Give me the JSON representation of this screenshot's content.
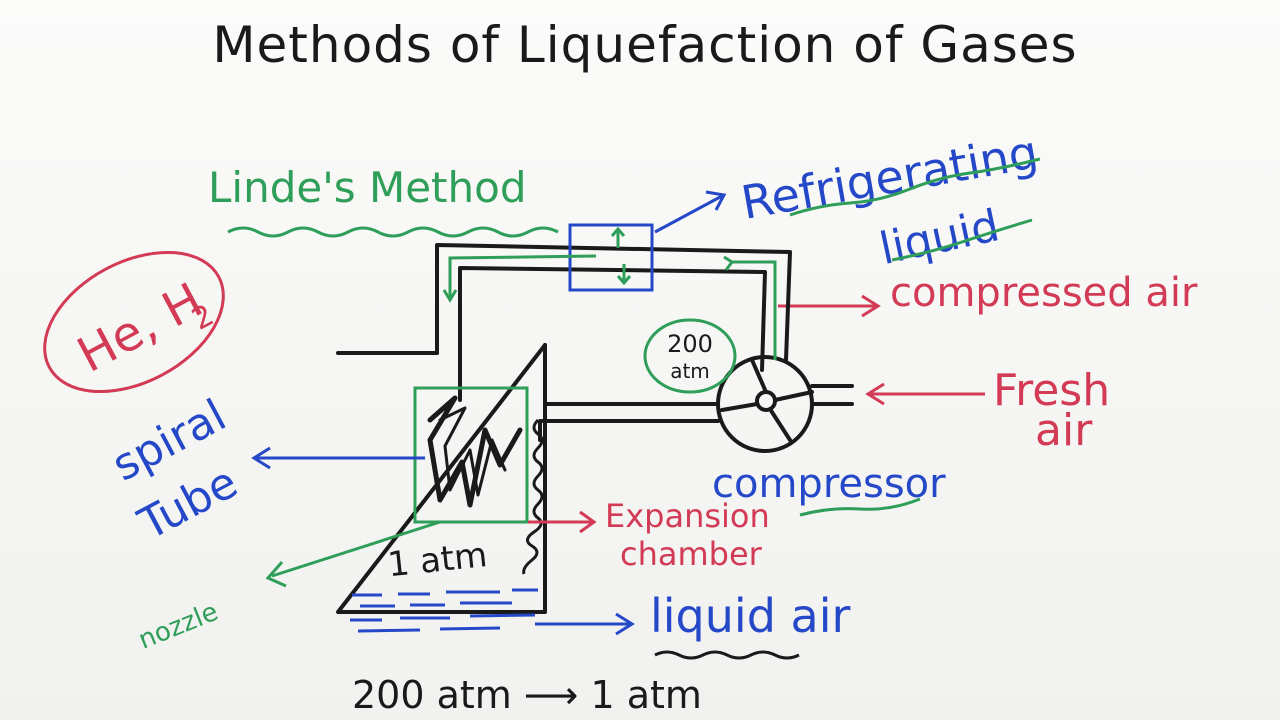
{
  "title": "Methods of Liquefaction of Gases",
  "method": "Linde's Method",
  "gases": "He, H",
  "gases_subscript": "2",
  "labels": {
    "refrigerating": "Refrigerating",
    "liquid": "liquid",
    "compressed_air": "compressed air",
    "fresh": "Fresh",
    "air": "air",
    "pressure_top": "200",
    "pressure_unit": "atm",
    "compressor": "compressor",
    "spiral": "spiral",
    "tube": "Tube",
    "expansion": "Expansion",
    "chamber": "chamber",
    "nozzle": "nozzle",
    "one_atm": "1 atm",
    "liquid_air": "liquid air",
    "bottom_caption": "200 atm ⟶ 1 atm"
  },
  "colors": {
    "black": "#1a1a1a",
    "green": "#2f9e59",
    "blue": "#2448c8",
    "red": "#d33a55"
  }
}
